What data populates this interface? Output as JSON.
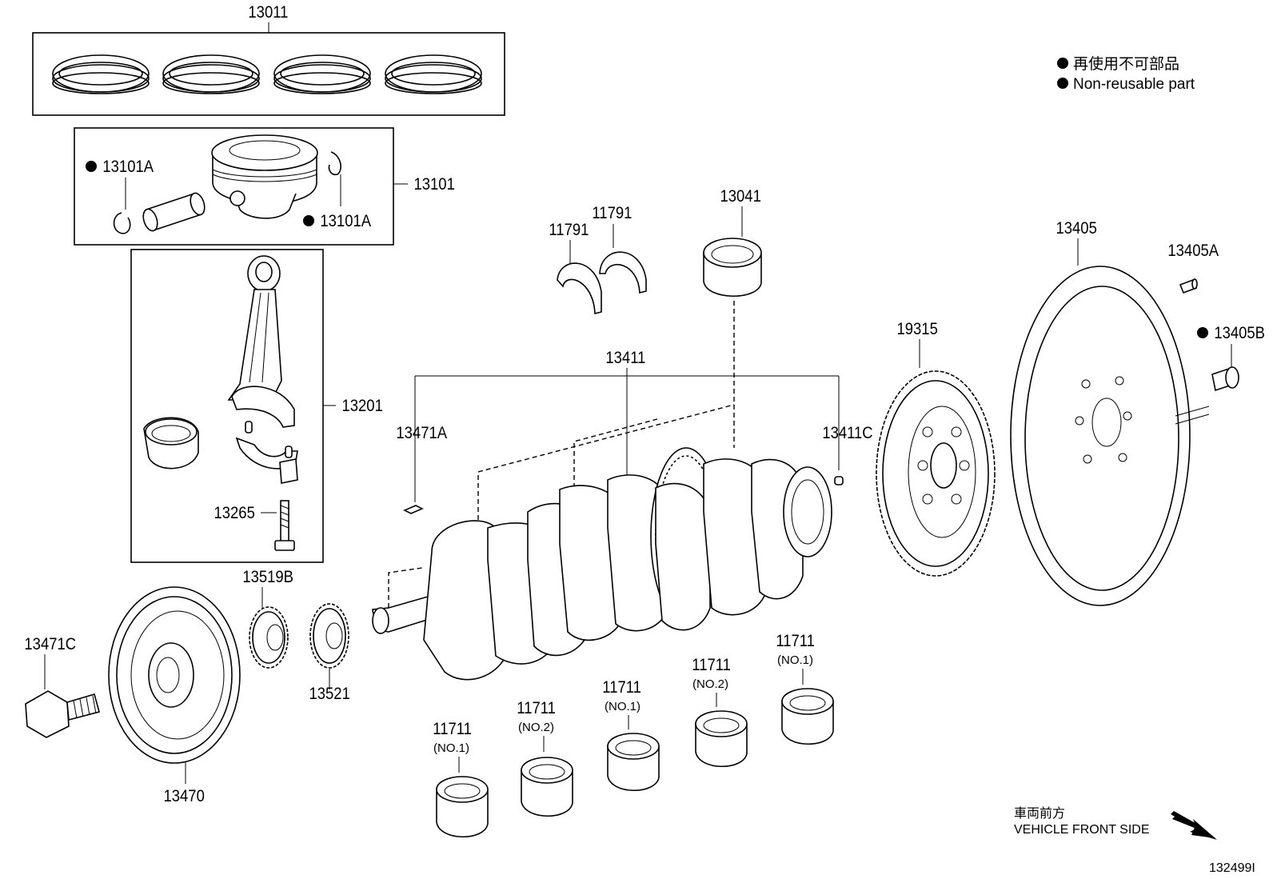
{
  "legend": {
    "jp": "再使用不可部品",
    "en": "Non-reusable part"
  },
  "front": {
    "jp": "車両前方",
    "en": "VEHICLE FRONT SIDE"
  },
  "diagram_id": "132499I",
  "labels": {
    "ring_set": "13011",
    "snap_ring_top": "13101A",
    "snap_ring_bottom": "13101A",
    "piston": "13101",
    "conrod": "13201",
    "conrod_bolt": "13265",
    "thrust_washer_left": "11791",
    "thrust_washer_right": "11791",
    "conrod_bearing": "13041",
    "crankshaft": "13411",
    "key_a": "13471A",
    "pin_c": "13411C",
    "flywheel": "13405",
    "flywheel_pin": "13405A",
    "flywheel_bolt": "13405B",
    "timing_rotor": "19315",
    "sprocket_b": "13519B",
    "gear": "13521",
    "pulley_bolt": "13471C",
    "pulley": "13470",
    "main_bearing_1": "11711",
    "main_bearing_2": "11711",
    "main_bearing_3": "11711",
    "main_bearing_4": "11711",
    "main_bearing_5": "11711"
  },
  "sublabels": {
    "main_bearing_1": "(NO.1)",
    "main_bearing_2": "(NO.2)",
    "main_bearing_3": "(NO.1)",
    "main_bearing_4": "(NO.2)",
    "main_bearing_5": "(NO.1)"
  }
}
